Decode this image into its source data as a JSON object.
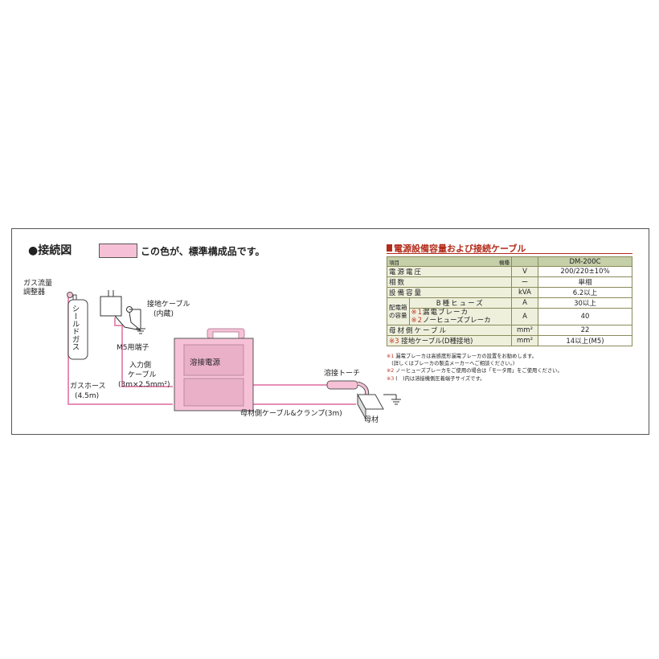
{
  "colors": {
    "pink_fill": "#f6c1d6",
    "pink_line": "#e58fb5",
    "pink_border": "#b98a9e",
    "red_heading": "#b22b1a",
    "table_header": "#c5cfa8",
    "table_label": "#eef0dc"
  },
  "diagram": {
    "title": "●接続図",
    "legend_text": "この色が、標準構成品です。",
    "labels": {
      "gas_regulator_line1": "ガス流量",
      "gas_regulator_line2": "調整器",
      "shield_gas": "シールドガス",
      "ground_cable_line1": "接地ケーブル",
      "ground_cable_line2": "(内蔵)",
      "m5_terminal": "M5用端子",
      "input_cable_line1": "入力側",
      "input_cable_line2": "ケーブル",
      "input_cable_line3": "(3m×2.5mm²)",
      "gas_hose_line1": "ガスホース",
      "gas_hose_line2": "(4.5m)",
      "power_source": "溶接電源",
      "torch": "溶接トーチ",
      "base_cable": "母材側ケーブル&クランプ(3m)",
      "base_metal": "母材"
    }
  },
  "spec_table": {
    "title": "電源設備容量および接続ケーブル",
    "header": {
      "item": "項目",
      "model_label": "機種",
      "model": "DM-200C"
    },
    "rows": [
      {
        "item": "電源電圧",
        "unit": "V",
        "value": "200/220±10%"
      },
      {
        "item": "相数",
        "unit": "ー",
        "value": "単相"
      },
      {
        "item": "設備容量",
        "unit": "kVA",
        "value": "6.2以上"
      }
    ],
    "distribution": {
      "group_label_line1": "配電箱",
      "group_label_line2": "の容量",
      "fuse": {
        "item": "B種ヒューズ",
        "unit": "A",
        "value": "30以上"
      },
      "breaker1": {
        "mark": "※1",
        "item": "漏電ブレーカ"
      },
      "breaker2": {
        "mark": "※2",
        "item": "ノーヒューズブレーカ"
      },
      "breaker_unit": "A",
      "breaker_value": "40"
    },
    "base_cable": {
      "item": "母材側ケーブル",
      "unit": "mm²",
      "value": "22"
    },
    "ground_cable": {
      "mark": "※3",
      "item": "接地ケーブル(D種接地)",
      "unit": "mm²",
      "value": "14以上(M5)"
    }
  },
  "notes": [
    {
      "mark": "※1",
      "text": " 漏電ブレーカは高感度形漏電ブレーカの設置をお勧めします。"
    },
    {
      "mark": "",
      "text": "　(詳しくはブレーカの製造メーカーへご相談ください。)"
    },
    {
      "mark": "※2",
      "text": " ノーヒューズブレーカをご使用の場合は「モータ用」をご使用ください。"
    },
    {
      "mark": "※3",
      "text": " (　)内は溶接機側圧着端子サイズです。"
    }
  ]
}
